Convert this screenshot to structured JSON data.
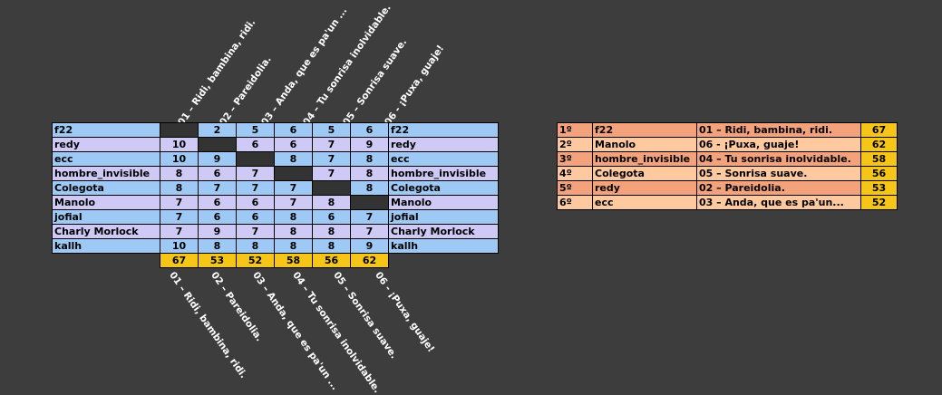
{
  "songs": [
    "01 – Ridi, bambina, ridi.",
    "02 – Pareidolia.",
    "03 – Anda, que es pa'un ...",
    "04 – Tu sonrisa inolvidable.",
    "05 – Sonrisa suave.",
    "06 - ¡Puxa, guaje!"
  ],
  "rows": [
    {
      "name": "f22",
      "scores": [
        "",
        "2",
        "5",
        "6",
        "5",
        "6"
      ]
    },
    {
      "name": "redy",
      "scores": [
        "10",
        "",
        "6",
        "6",
        "7",
        "9"
      ]
    },
    {
      "name": "ecc",
      "scores": [
        "10",
        "9",
        "",
        "8",
        "7",
        "8"
      ]
    },
    {
      "name": "hombre_invisible",
      "scores": [
        "8",
        "6",
        "7",
        "",
        "7",
        "8"
      ]
    },
    {
      "name": "Colegota",
      "scores": [
        "8",
        "7",
        "7",
        "7",
        "",
        "8"
      ]
    },
    {
      "name": "Manolo",
      "scores": [
        "7",
        "6",
        "6",
        "7",
        "8",
        ""
      ]
    },
    {
      "name": "jofial",
      "scores": [
        "7",
        "6",
        "6",
        "8",
        "6",
        "7"
      ]
    },
    {
      "name": "Charly Morlock",
      "scores": [
        "7",
        "9",
        "7",
        "8",
        "8",
        "7"
      ]
    },
    {
      "name": "kallh",
      "scores": [
        "10",
        "8",
        "8",
        "8",
        "8",
        "9"
      ]
    }
  ],
  "totals": [
    "67",
    "53",
    "52",
    "58",
    "56",
    "62"
  ],
  "ranking": [
    {
      "pos": "1º",
      "name": "f22",
      "song": "01 – Ridi, bambina, ridi.",
      "points": "67"
    },
    {
      "pos": "2º",
      "name": "Manolo",
      "song": "06 - ¡Puxa, guaje!",
      "points": "62"
    },
    {
      "pos": "3º",
      "name": "hombre_invisible",
      "song": "04 – Tu sonrisa inolvidable.",
      "points": "58"
    },
    {
      "pos": "4º",
      "name": "Colegota",
      "song": "05 – Sonrisa suave.",
      "points": "56"
    },
    {
      "pos": "5º",
      "name": "redy",
      "song": "02 – Pareidolia.",
      "points": "53"
    },
    {
      "pos": "6º",
      "name": "ecc",
      "song": "03 – Anda, que es pa'un...",
      "points": "52"
    }
  ],
  "colors": {
    "background": "#3d3d3d",
    "row_blue": "#9ec9f5",
    "row_lilac": "#cfc9f6",
    "total_yellow": "#f5c518",
    "rank_dark": "#f4a27b",
    "rank_light": "#ffc9a0"
  }
}
